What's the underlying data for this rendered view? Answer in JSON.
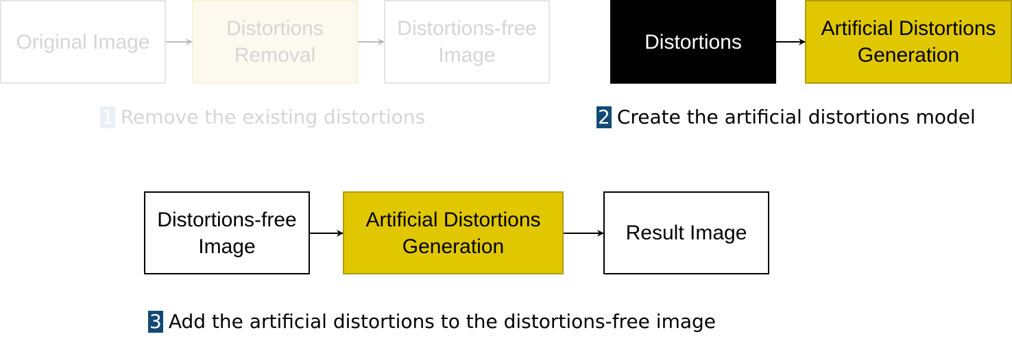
{
  "step1": {
    "boxes": {
      "original": "Original Image",
      "removal": [
        "Distortions",
        "Removal"
      ],
      "free": [
        "Distortions-free",
        "Image"
      ]
    },
    "badge": "1",
    "caption": "Remove the existing distortions"
  },
  "step2": {
    "boxes": {
      "distortions": "Distortions",
      "generation": [
        "Artificial Distortions",
        "Generation"
      ]
    },
    "badge": "2",
    "caption": "Create the artificial distortions model"
  },
  "step3": {
    "boxes": {
      "free": [
        "Distortions-free",
        "Image"
      ],
      "generation": [
        "Artificial Distortions",
        "Generation"
      ],
      "result": "Result Image"
    },
    "badge": "3",
    "caption": "Add the artificial distortions to the distortions-free image"
  },
  "colors": {
    "gold": "#e0c700",
    "badge": "#134a74",
    "black": "#000000"
  }
}
